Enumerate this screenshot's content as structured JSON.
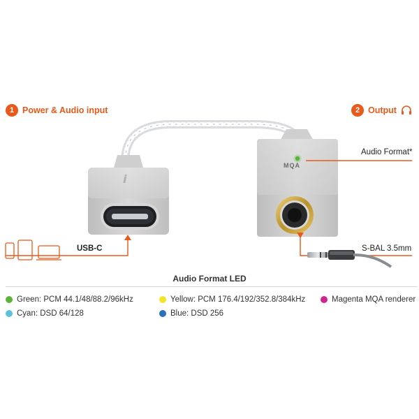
{
  "steps": {
    "input": {
      "num": "1",
      "label": "Power & Audio input"
    },
    "output": {
      "num": "2",
      "label": "Output"
    }
  },
  "labels": {
    "audio_format": "Audio Format*",
    "usb_c": "USB-C",
    "sbal": "S-BAL 3.5mm",
    "mqa": "MQA",
    "logo": "i"
  },
  "legend": {
    "title": "Audio Format  LED",
    "items": [
      {
        "color": "#5ab43c",
        "text": "Green: PCM 44.1/48/88.2/96kHz"
      },
      {
        "color": "#f1e52a",
        "text": "Yellow: PCM 176.4/192/352.8/384kHz"
      },
      {
        "color": "#d0258f",
        "text": "Magenta MQA renderer"
      },
      {
        "color": "#5bc3d9",
        "text": "Cyan: DSD 64/128"
      },
      {
        "color": "#2d6fb8",
        "text": "Blue: DSD 256"
      }
    ]
  },
  "colors": {
    "accent": "#e8591a",
    "body": "#c9c9c9"
  }
}
